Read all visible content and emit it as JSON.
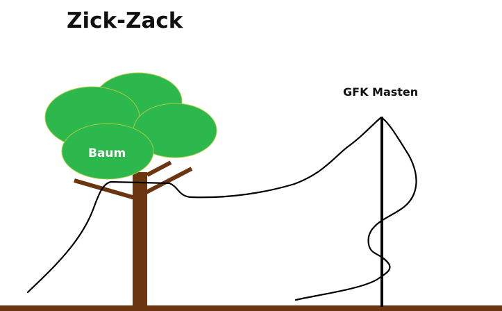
{
  "title": "Zick-Zack",
  "labels": {
    "tree": "Baum",
    "mast": "GFK Masten"
  },
  "colors": {
    "foliage": "#2DB84D",
    "foliage_outline": "#A8CC3C",
    "trunk": "#6B3510",
    "wire": "#000000",
    "mast": "#000000",
    "ground": "#6B3510"
  }
}
